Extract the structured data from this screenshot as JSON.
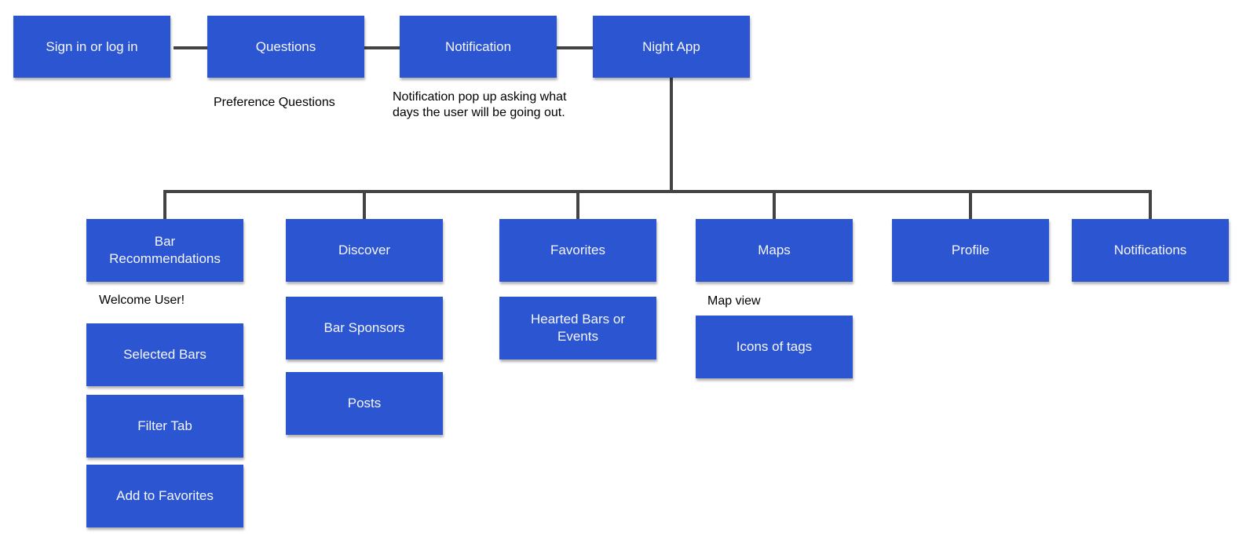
{
  "colors": {
    "canvas_bg": "#FFFFFF",
    "node_fill": "#2C55D1",
    "node_text": "#F5F6FA",
    "connector": "#434343",
    "note_text": "#000000"
  },
  "nodes": {
    "sign_in": {
      "label": "Sign in or log in"
    },
    "questions": {
      "label": "Questions"
    },
    "notification": {
      "label": "Notification"
    },
    "night_app": {
      "label": "Night App"
    },
    "bar_recommendations": {
      "label": "Bar Recommendations"
    },
    "discover": {
      "label": "Discover"
    },
    "favorites": {
      "label": "Favorites"
    },
    "maps": {
      "label": "Maps"
    },
    "profile": {
      "label": "Profile"
    },
    "notifications": {
      "label": "Notifications"
    },
    "selected_bars": {
      "label": "Selected Bars"
    },
    "filter_tab": {
      "label": "Filter Tab"
    },
    "add_to_favorites": {
      "label": "Add to Favorites"
    },
    "bar_sponsors": {
      "label": "Bar Sponsors"
    },
    "posts": {
      "label": "Posts"
    },
    "hearted_bars": {
      "label": "Hearted Bars or Events"
    },
    "icons_of_tags": {
      "label": "Icons of tags"
    }
  },
  "annotations": {
    "preference_questions": "Preference Questions",
    "notification_note": "Notification pop up asking what days the user will be going out.",
    "welcome_user": "Welcome User!",
    "map_view": "Map view"
  },
  "edges": [
    [
      "sign_in",
      "questions"
    ],
    [
      "questions",
      "notification"
    ],
    [
      "notification",
      "night_app"
    ],
    [
      "night_app",
      "bar_recommendations"
    ],
    [
      "night_app",
      "discover"
    ],
    [
      "night_app",
      "favorites"
    ],
    [
      "night_app",
      "maps"
    ],
    [
      "night_app",
      "profile"
    ],
    [
      "night_app",
      "notifications"
    ]
  ]
}
